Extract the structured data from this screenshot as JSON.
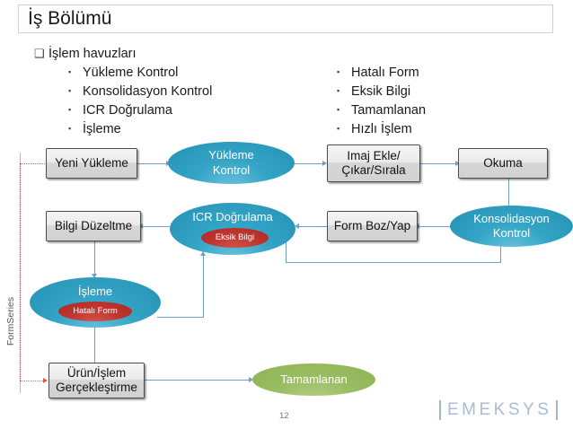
{
  "slide": {
    "title": "İş Bölümü",
    "page_number": "12",
    "series_axis_label": "FormSeries",
    "logo_text": "EMEKSYS"
  },
  "bullets": {
    "level1": {
      "marker": "❑",
      "text": "İşlem havuzları"
    },
    "left_column": [
      {
        "marker": "▪",
        "text": "Yükleme Kontrol"
      },
      {
        "marker": "▪",
        "text": "Konsolidasyon Kontrol"
      },
      {
        "marker": "▪",
        "text": "ICR Doğrulama"
      },
      {
        "marker": "▪",
        "text": "İşleme"
      }
    ],
    "right_column": [
      {
        "marker": "▪",
        "text": "Hatalı Form"
      },
      {
        "marker": "▪",
        "text": "Eksik Bilgi"
      },
      {
        "marker": "▪",
        "text": "Tamamlanan"
      },
      {
        "marker": "▪",
        "text": "Hızlı İşlem"
      }
    ]
  },
  "diagram": {
    "boxes": [
      {
        "id": "yeni-yukleme",
        "label": "Yeni Yükleme"
      },
      {
        "id": "imaj-ekle",
        "label": "Imaj Ekle/\nÇıkar/Sırala",
        "line1": "Imaj Ekle/",
        "line2": "Çıkar/Sırala"
      },
      {
        "id": "okuma",
        "label": "Okuma"
      },
      {
        "id": "bilgi-duzeltme",
        "label": "Bilgi  Düzeltme"
      },
      {
        "id": "form-boz-yap",
        "label": "Form Boz/Yap"
      },
      {
        "id": "urun-islem",
        "line1": "Ürün/İşlem",
        "line2": "Gerçekleştirme"
      }
    ],
    "ellipses": [
      {
        "id": "yukleme-kontrol",
        "line1": "Yükleme",
        "line2": "Kontrol",
        "color": "#34a5c6"
      },
      {
        "id": "konsolidasyon-kontrol",
        "line1": "Konsolidasyon",
        "line2": "Kontrol",
        "color": "#34a5c6"
      },
      {
        "id": "icr-dogrulama",
        "label": "ICR Doğrulama",
        "color": "#34a5c6",
        "inner_label": "Eksik Bilgi",
        "inner_color": "#c0342e"
      },
      {
        "id": "isleme",
        "label": "İşleme",
        "color": "#34a5c6",
        "inner_label": "Hatalı Form",
        "inner_color": "#c0342e"
      },
      {
        "id": "tamamlanan",
        "label": "Tamamlanan",
        "color": "#9bbd63"
      }
    ],
    "colors": {
      "connector": "#6f9fc4",
      "series_connector": "#e05a5a",
      "box_border": "#4c4c4c",
      "title_border": "#c9d3dd",
      "logo": "#a8bdd4"
    }
  }
}
